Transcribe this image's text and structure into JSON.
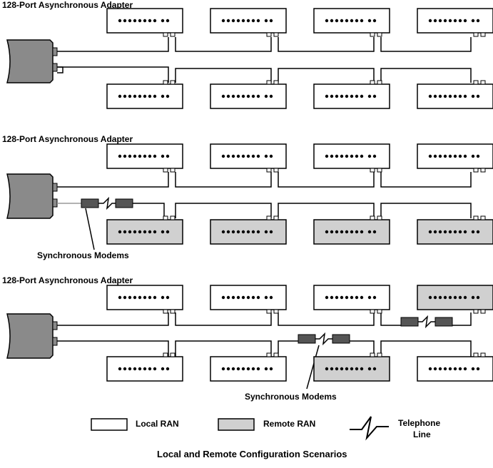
{
  "scenarios": [
    {
      "adapter_label": "128-Port Asynchronous Adapter",
      "top_row": [
        "Local",
        "Local",
        "Local",
        "Local"
      ],
      "bottom_row": [
        "Local",
        "Local",
        "Local",
        "Local"
      ]
    },
    {
      "adapter_label": "128-Port Asynchronous Adapter",
      "top_row": [
        "Local",
        "Local",
        "Local",
        "Local"
      ],
      "bottom_row": [
        "Remote",
        "Remote",
        "Remote",
        "Remote"
      ],
      "modem_label": "Synchronous Modems"
    },
    {
      "adapter_label": "128-Port Asynchronous Adapter",
      "top_row": [
        "Local",
        "Local",
        "Local",
        "Remote"
      ],
      "bottom_row": [
        "Local",
        "Local",
        "Remote",
        "Local"
      ],
      "modem_label": "Synchronous Modems"
    }
  ],
  "legend": {
    "local_ran": "Local RAN",
    "remote_ran": "Remote RAN",
    "telephone_line_1": "Telephone",
    "telephone_line_2": "Line"
  },
  "caption": "Local and Remote Configuration Scenarios",
  "colors": {
    "local_fill": "#ffffff",
    "remote_fill": "#d0d0d0",
    "adapter_fill": "#8a8a8a",
    "modem_fill": "#555555",
    "line": "#000000"
  }
}
